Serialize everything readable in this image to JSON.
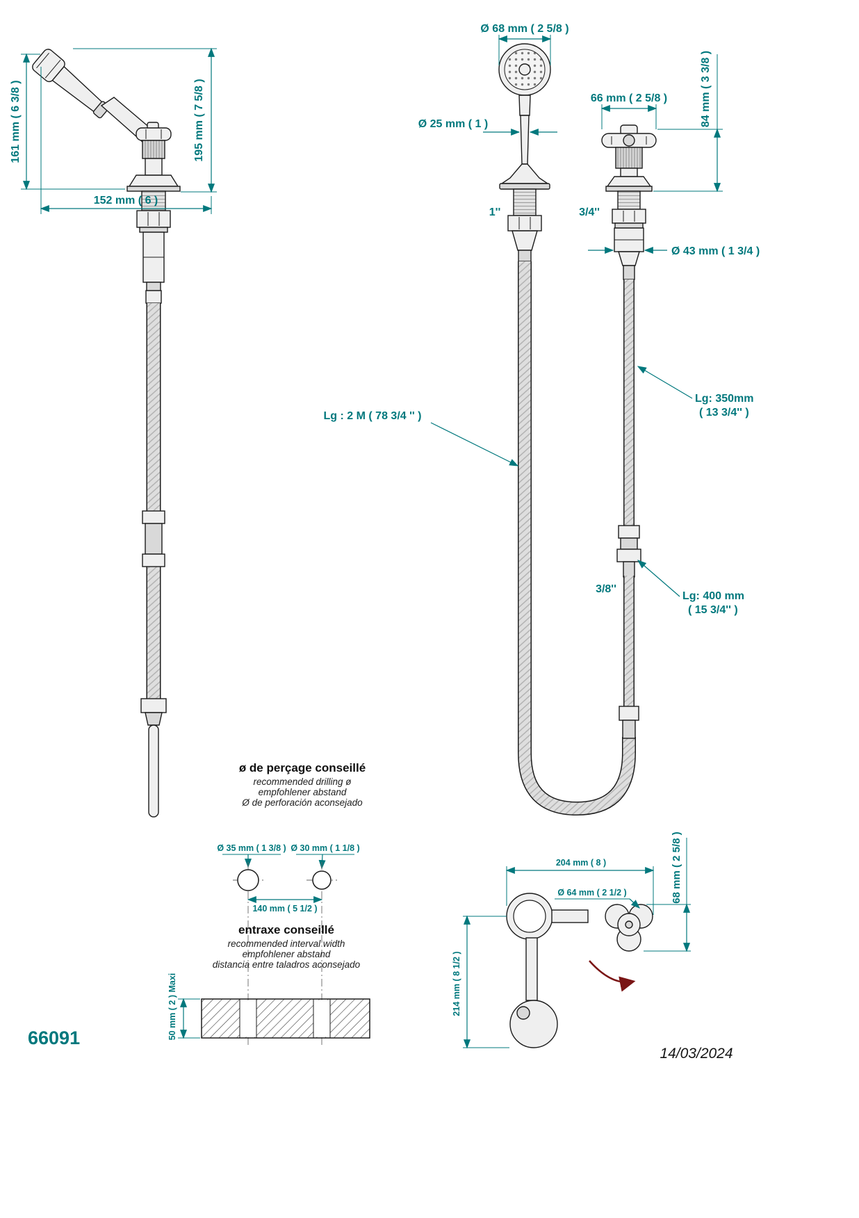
{
  "colors": {
    "dimension_teal": "#00787d",
    "line_black": "#1c1c1c",
    "rotation_arrow_red": "#7a1515"
  },
  "side_view": {
    "dim_total_height": "161 mm ( 6 3/8 )",
    "dim_height_above_deck": "195 mm ( 7 5/8 )",
    "dim_reach": "152 mm ( 6 )"
  },
  "front_view": {
    "dim_head_diameter": "Ø 68 mm ( 2 5/8 )",
    "dim_stem_diameter": "Ø 25 mm ( 1 )",
    "dim_handle_width": "66 mm ( 2 5/8 )",
    "dim_handle_height": "84 mm ( 3 3/8 )",
    "dim_shank_diameter": "Ø 43 mm ( 1 3/4 )",
    "thread_shower": "1''",
    "thread_valve": "3/4''",
    "thread_connector": "3/8''",
    "hose_main_length": "Lg : 2 M ( 78 3/4 '' )",
    "hose_350_line1": "Lg: 350mm",
    "hose_350_line2": "( 13 3/4'' )",
    "hose_400_line1": "Lg: 400 mm",
    "hose_400_line2": "( 15 3/4'' )"
  },
  "drilling_note": {
    "title": "ø de perçage conseillé",
    "line_en": "recommended drilling ø",
    "line_de": "empfohlener abstand",
    "line_es": "Ø de perforación aconsejado",
    "dim_hole_left": "Ø 35 mm ( 1 3/8 )",
    "dim_hole_right": "Ø 30 mm ( 1 1/8 )",
    "dim_hole_spacing": "140 mm ( 5 1/2 )",
    "dim_deck_thickness": "50 mm ( 2 ) Maxi"
  },
  "interval_note": {
    "title": "entraxe conseillé",
    "line_en": "recommended interval width",
    "line_de": "empfohlener abstand",
    "line_es": "distancia entre taladros aconsejado"
  },
  "top_view": {
    "dim_reach": "204 mm ( 8 )",
    "dim_head_diameter": "Ø 64 mm ( 2 1/2 )",
    "dim_handle_width": "68 mm ( 2 5/8 )",
    "dim_depth": "214 mm ( 8 1/2 )"
  },
  "footer": {
    "product_code": "66091",
    "date": "14/03/2024"
  }
}
